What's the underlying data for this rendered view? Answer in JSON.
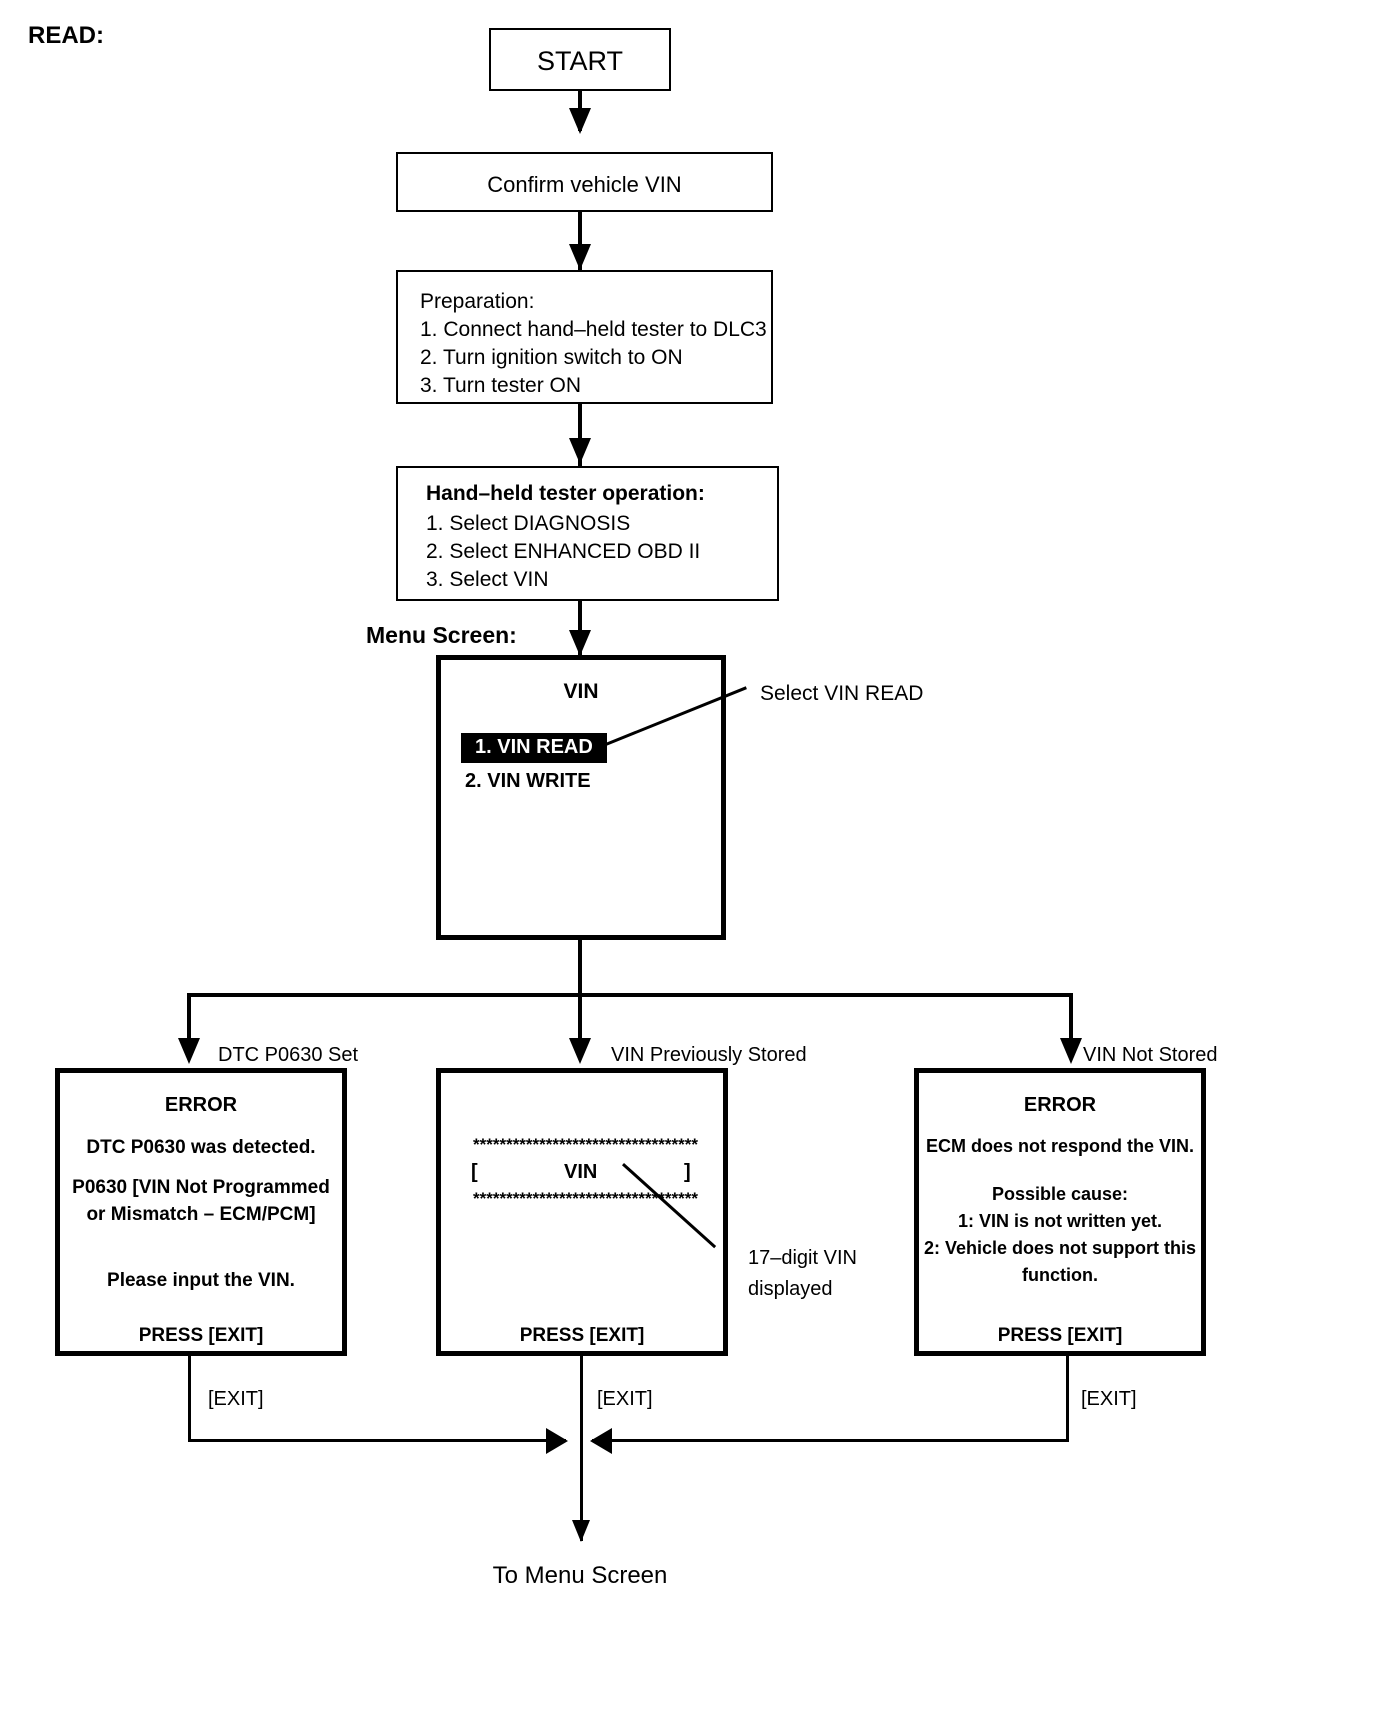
{
  "page": {
    "section_title": "READ:",
    "menu_screen_label": "Menu Screen:",
    "footer_label": "To Menu Screen"
  },
  "flow": {
    "start": "START",
    "confirm_vin": "Confirm vehicle VIN",
    "preparation": {
      "heading": "Preparation:",
      "steps": [
        "1. Connect hand–held tester to DLC3",
        "2. Turn ignition switch to ON",
        "3. Turn tester ON"
      ]
    },
    "tester_operation": {
      "heading": "Hand–held tester operation:",
      "steps": [
        "1. Select DIAGNOSIS",
        "2. Select ENHANCED OBD II",
        "3. Select VIN"
      ]
    },
    "menu_screen": {
      "title": "VIN",
      "items": [
        {
          "label": "1. VIN READ",
          "selected": true
        },
        {
          "label": "2. VIN WRITE",
          "selected": false
        }
      ],
      "callout": "Select VIN READ"
    },
    "branches": [
      {
        "label": "DTC P0630 Set"
      },
      {
        "label": "VIN Previously Stored"
      },
      {
        "label": "VIN Not Stored"
      }
    ],
    "screens": {
      "error_dtc": {
        "title": "ERROR",
        "line1": "DTC P0630 was detected.",
        "line2": "P0630  [VIN Not Programmed",
        "line3": "or Mismatch – ECM/PCM]",
        "line4": "Please input the VIN.",
        "footer": "PRESS [EXIT]"
      },
      "vin_stored": {
        "asterisks_top": "**********************************",
        "bracket_left": "[",
        "vin_label": "VIN",
        "bracket_right": "]",
        "asterisks_bottom": "**********************************",
        "footer": "PRESS [EXIT]",
        "callout_line1": "17–digit VIN",
        "callout_line2": "displayed"
      },
      "error_no_vin": {
        "title": "ERROR",
        "line1": "ECM does not respond the VIN.",
        "line2": "Possible cause:",
        "line3": "1: VIN is not written yet.",
        "line4": "2: Vehicle does not support this",
        "line5": "function.",
        "footer": "PRESS [EXIT]"
      }
    },
    "exit_labels": [
      "[EXIT]",
      "[EXIT]",
      "[EXIT]"
    ]
  },
  "colors": {
    "ink": "#000000",
    "paper": "#ffffff",
    "highlight_bg": "#000000",
    "highlight_fg": "#ffffff"
  }
}
